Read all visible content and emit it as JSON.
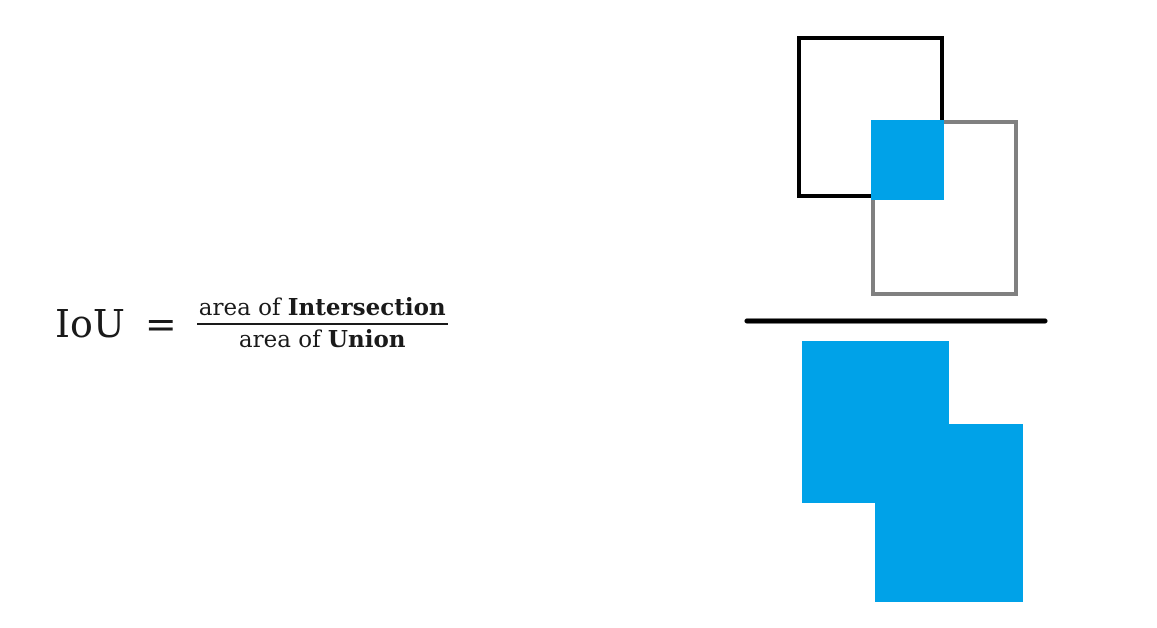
{
  "formula": {
    "lhs": "IoU",
    "equals": "=",
    "numerator": {
      "prefix": "area of",
      "term": "Intersection"
    },
    "denominator": {
      "prefix": "area of",
      "term": "Union"
    }
  },
  "colors": {
    "fill": "#00a2e8",
    "box_a_outline": "#000000",
    "box_b_outline": "#808080",
    "division_line": "#000000"
  }
}
